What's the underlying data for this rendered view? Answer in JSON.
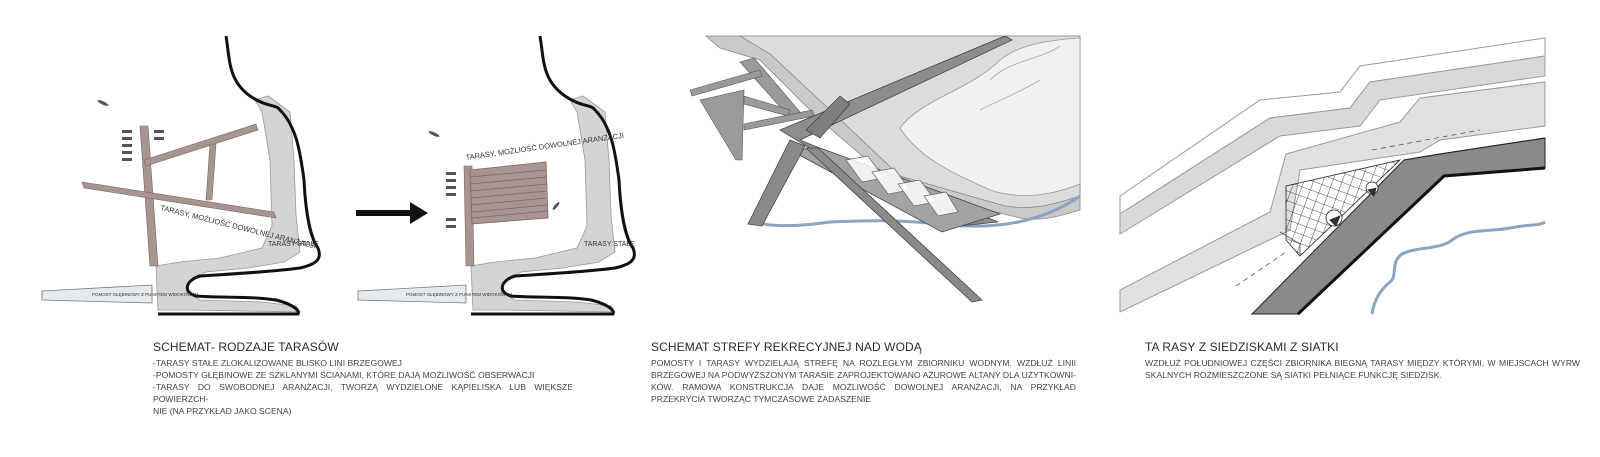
{
  "panels": [
    {
      "labels": {
        "terraces_free": "TARASY, MOŻLIOŚĆ DOWOLNEJ ARANŻACJI",
        "terraces_fixed": "TARASY STAŁE",
        "pier": "POMOST GŁĘBINOWY Z PUNKTEM WIDOKOWYM"
      }
    },
    {
      "labels": {
        "terraces_free": "TARASY, MOŻLIOŚĆ DOWOLNEJ ARANŻACJI",
        "terraces_fixed": "TARASY STAŁE",
        "pier": "POMOST GŁĘBINOWY Z PUNKTEM WIDOKOWYM"
      }
    }
  ],
  "captions": [
    {
      "title": "SCHEMAT- RODZAJE TARASÓW",
      "lines": [
        "-TARASY STAŁE ZLOKALIZOWANE BLISKO LINI BRZEGOWEJ",
        "-POMOSTY GŁĘBINOWE ZE SZKLANYMI ŚCIANAMI, KTÓRE DAJĄ MOŻLIWOŚĆ OBSERWACJI",
        "-TARASY DO SWOBODNEJ ARANŻACJI, TWORZĄ WYDZIELONE KĄPIELISKA LUB WIĘKSZE POWIERZCH-",
        "NIE (NA PRZYKŁAD JAKO SCENA)"
      ]
    },
    {
      "title": "SCHEMAT STREFY REKRECYJNEJ NAD WODĄ",
      "text": "POMOSTY I TARASY WYDZIELAJĄ STREFĘ NA ROZLEGŁYM ZBIORNIKU WODNYM. WZDŁUŻ LINII BRZEGOWEJ NA PODWYŻSZONYM TARASIE ZAPROJEKTOWANO AŻUROWE ALTANY DLA UŻYTKOWNI-KÓW. RAMOWA KONSTRUKCJA DAJE MOŻLIWOŚĆ DOWOLNEJ ARANŻACJI, NA PRZYKŁAD PRZEKRYCIA TWORZĄC TYMCZASOWE ZADASZENIE"
    },
    {
      "title": "TA RASY Z SIEDZISKAMI Z SIATKI",
      "text": "WZDŁUŻ POŁUDNIOWEJ CZĘŚCI ZBIORNIKA BIEGNĄ TARASY MIĘDZY KTÓRYMI, W MIEJSCACH WYRW SKALNYCH ROZMIESZCZONE SĄ SIATKI PEŁNIĄCE FUNKCJĘ SIEDZISK."
    }
  ],
  "colors": {
    "deck": "#a89490",
    "deck_dark": "#7a6764",
    "land": "#d4d4d4",
    "land_light": "#e9e9e9",
    "water_line": "#8aa4c4",
    "outline": "#111111"
  }
}
